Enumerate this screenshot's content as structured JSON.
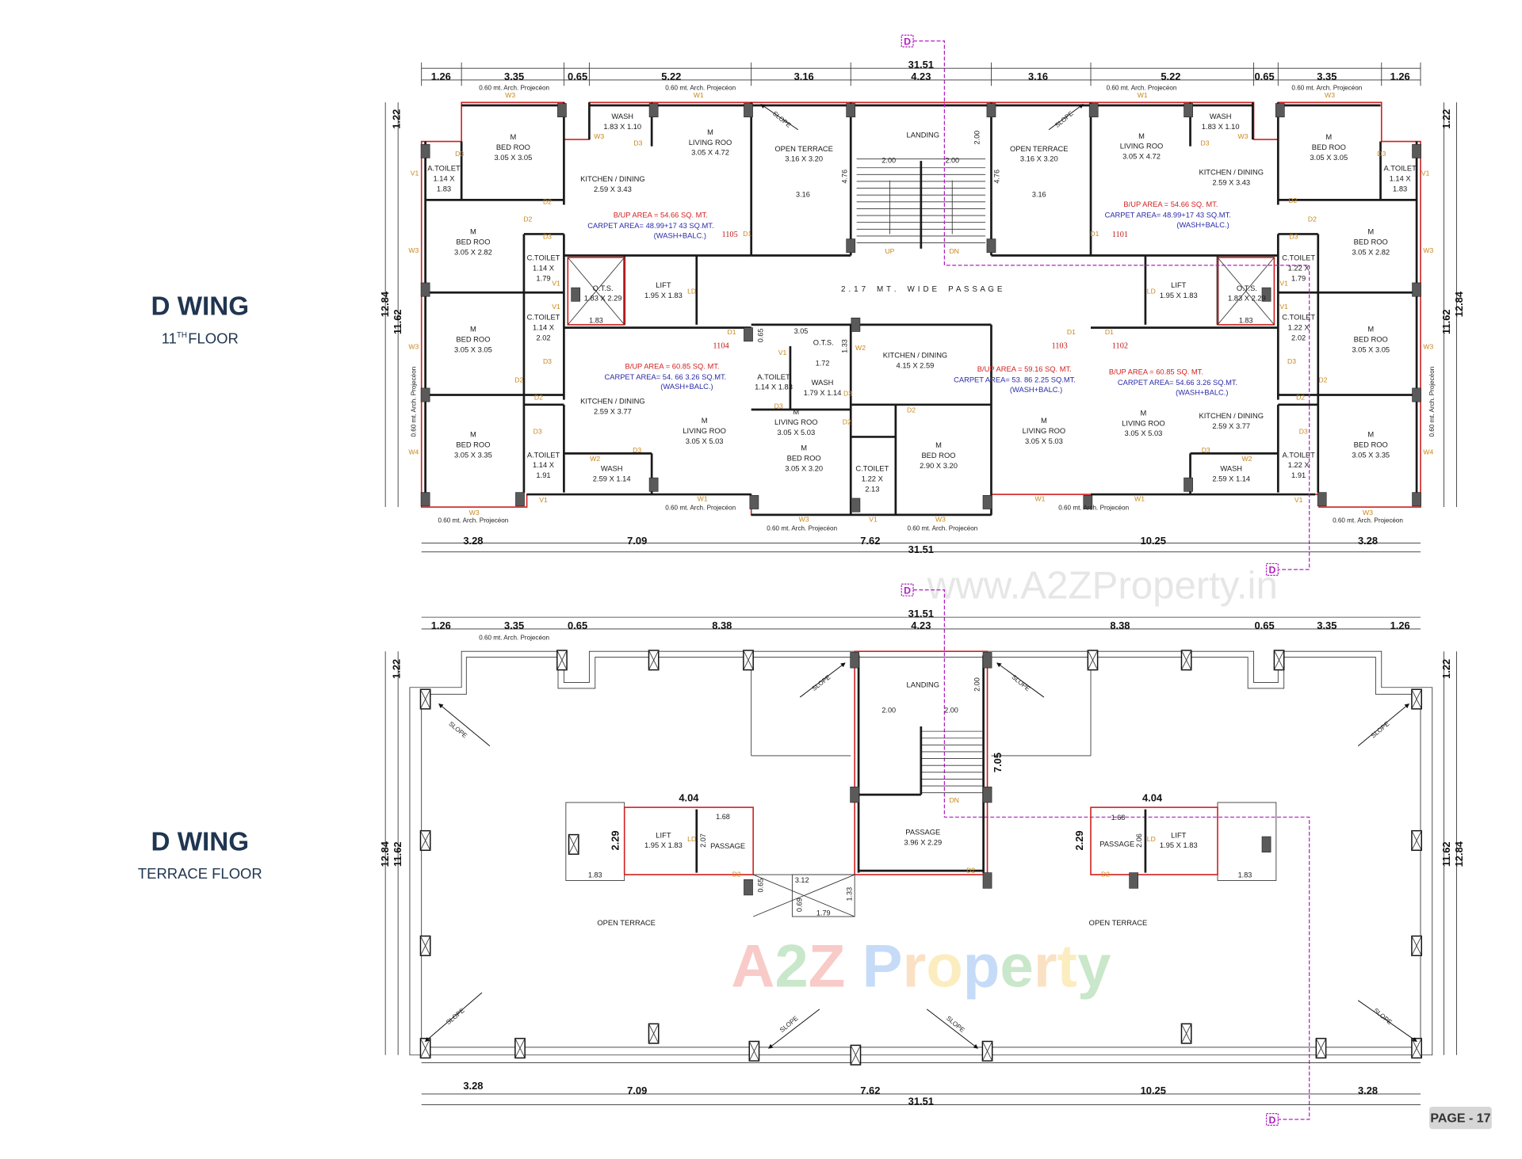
{
  "titles": {
    "top": {
      "wing": "D WING",
      "floor_num": "11",
      "floor_sup": "TH",
      "floor_word": "FLOOR"
    },
    "terrace": {
      "wing": "D WING",
      "floor": "TERRACE FLOOR"
    }
  },
  "page_label": "PAGE - 17",
  "watermarks": {
    "logo": "A2Z Property",
    "logo_colors": [
      "#e8524a",
      "#4caf50",
      "#e8524a",
      "#ffffff",
      "#3f88e8",
      "#f39c3a",
      "#f4c430",
      "#3f88e8",
      "#4caf50",
      "#f39c3a",
      "#f4c430",
      "#4caf50"
    ],
    "url": "www.A2ZProperty.in"
  },
  "section_marker": "D",
  "colors": {
    "wall": "#1a1a1a",
    "boundary": "#d02020",
    "bua": "#d22020",
    "carpet": "#2a2aa8",
    "tag": "#c9861a",
    "section_line": "#b020c0",
    "title": "#1f3550"
  },
  "common": {
    "projection": "0.60 mt. Arch. Projecéon",
    "slope": "SLOPE",
    "up": "UP",
    "dn": "DN"
  },
  "top_plan": {
    "overall_top": "31.51",
    "overall_bottom": "31.51",
    "dims_top": [
      "1.26",
      "3.35",
      "0.65",
      "5.22",
      "3.16",
      "4.23",
      "3.16",
      "5.22",
      "0.65",
      "3.35",
      "1.26"
    ],
    "dims_bottom": [
      "3.28",
      "7.09",
      "7.62",
      "10.25",
      "3.28"
    ],
    "dims_vertical": [
      "1.22",
      "12.84",
      "11.62",
      "1.22",
      "12.84",
      "11.62"
    ],
    "passage": "2 . 1 7    M T .    W I D E    P A S S A G E",
    "rooms": [
      {
        "lines": [
          "WASH",
          "1.83 X 1.10"
        ]
      },
      {
        "lines": [
          "M",
          "LIVING ROO",
          "3.05 X 4.72"
        ]
      },
      {
        "lines": [
          "M",
          "BED ROO",
          "3.05 X 3.05"
        ]
      },
      {
        "lines": [
          "A.TOILET",
          "1.14 X",
          "1.83"
        ]
      },
      {
        "lines": [
          "KITCHEN / DINING",
          "2.59 X 3.43"
        ]
      },
      {
        "lines": [
          "OPEN TERRACE",
          "3.16 X 3.20"
        ]
      },
      {
        "lines": [
          "LANDING"
        ]
      },
      {
        "lines": [
          "M",
          "BED ROO",
          "3.05 X 2.82"
        ]
      },
      {
        "lines": [
          "C.TOILET",
          "1.14 X",
          "1.79"
        ]
      },
      {
        "lines": [
          "O.T.S.",
          "1.83 X 2.29"
        ]
      },
      {
        "lines": [
          "LIFT",
          "1.95 X 1.83"
        ]
      },
      {
        "lines": [
          "C.TOILET",
          "1.14 X",
          "2.02"
        ]
      },
      {
        "lines": [
          "M",
          "BED ROO",
          "3.05 X 3.05"
        ]
      },
      {
        "lines": [
          "KITCHEN / DINING",
          "2.59 X 3.77"
        ]
      },
      {
        "lines": [
          "M",
          "BED ROO",
          "3.05 X 3.35"
        ]
      },
      {
        "lines": [
          "A.TOILET",
          "1.14 X",
          "1.91"
        ]
      },
      {
        "lines": [
          "WASH",
          "2.59 X 1.14"
        ]
      },
      {
        "lines": [
          "M",
          "LIVING ROO",
          "3.05 X 5.03"
        ]
      },
      {
        "lines": [
          "O.T.S."
        ]
      },
      {
        "lines": [
          "A.TOILET",
          "1.14 X 1.83"
        ]
      },
      {
        "lines": [
          "WASH",
          "1.79 X 1.14"
        ]
      },
      {
        "lines": [
          "KITCHEN / DINING",
          "4.15 X 2.59"
        ]
      },
      {
        "lines": [
          "M",
          "LIVING ROO",
          "3.05 X 5.03"
        ]
      },
      {
        "lines": [
          "M",
          "BED ROO",
          "3.05 X 3.20"
        ]
      },
      {
        "lines": [
          "C.TOILET",
          "1.22 X",
          "2.13"
        ]
      },
      {
        "lines": [
          "M",
          "BED ROO",
          "2.90 X 3.20"
        ]
      },
      {
        "lines": [
          "M",
          "LIVING ROO",
          "3.05 X 5.03"
        ]
      },
      {
        "lines": [
          "OPEN TERRACE",
          "3.16 X 3.20"
        ]
      },
      {
        "lines": [
          "M",
          "LIVING ROO",
          "3.05 X 4.72"
        ]
      },
      {
        "lines": [
          "WASH",
          "1.83 X 1.10"
        ]
      },
      {
        "lines": [
          "KITCHEN / DINING",
          "2.59 X 3.43"
        ]
      },
      {
        "lines": [
          "M",
          "BED ROO",
          "3.05 X 3.05"
        ]
      },
      {
        "lines": [
          "A.TOILET",
          "1.14 X",
          "1.83"
        ]
      },
      {
        "lines": [
          "C.TOILET",
          "1.22 X",
          "1.79"
        ]
      },
      {
        "lines": [
          "M",
          "BED ROO",
          "3.05 X 2.82"
        ]
      },
      {
        "lines": [
          "LIFT",
          "1.95 X 1.83"
        ]
      },
      {
        "lines": [
          "O.T.S.",
          "1.83 X 2.29"
        ]
      },
      {
        "lines": [
          "C.TOILET",
          "1.22 X",
          "2.02"
        ]
      },
      {
        "lines": [
          "M",
          "BED ROO",
          "3.05 X 3.05"
        ]
      },
      {
        "lines": [
          "M",
          "LIVING ROO",
          "3.05 X 5.03"
        ]
      },
      {
        "lines": [
          "KITCHEN / DINING",
          "2.59 X 3.77"
        ]
      },
      {
        "lines": [
          "A.TOILET",
          "1.22 X",
          "1.91"
        ]
      },
      {
        "lines": [
          "WASH",
          "2.59 X 1.14"
        ]
      },
      {
        "lines": [
          "M",
          "BED ROO",
          "3.05 X 3.35"
        ]
      }
    ],
    "units": [
      {
        "number": "1105",
        "bua": "B/UP AREA   = 54.66 SQ. MT.",
        "carpet": "CARPET AREA= 48.99+17 43 SQ.MT.",
        "note": "(WASH+BALC.)"
      },
      {
        "number": "1104",
        "bua": "B/UP AREA   = 60.85 SQ. MT.",
        "carpet": "CARPET AREA= 54. 66  3.26 SQ.MT.",
        "note": "(WASH+BALC.)"
      },
      {
        "number": "1103",
        "bua": "B/UP AREA   = 59.16 SQ. MT.",
        "carpet": "CARPET AREA= 53. 86  2.25 SQ.MT.",
        "note": "(WASH+BALC.)"
      },
      {
        "number": "1101",
        "bua": "B/UP AREA   = 54.66 SQ. MT.",
        "carpet": "CARPET AREA= 48.99+17 43 SQ.MT.",
        "note": "(WASH+BALC.)"
      },
      {
        "number": "1102",
        "bua": "B/UP AREA   = 60.85 SQ. MT.",
        "carpet": "CARPET AREA= 54.66  3.26 SQ.MT.",
        "note": "(WASH+BALC.)"
      }
    ],
    "minor_dims": [
      "2.00",
      "2.00",
      "2.00",
      "4.76",
      "4.76",
      "3.16",
      "3.16",
      "1.83",
      "1.83",
      "0.65",
      "3.05",
      "1.72",
      "1.33"
    ],
    "tags": [
      "W3",
      "W1",
      "W1",
      "W3",
      "D3",
      "V1",
      "D2",
      "D3",
      "W3",
      "D2",
      "D3",
      "W3",
      "V1",
      "V1",
      "D3",
      "W3",
      "D2",
      "D2",
      "D3",
      "W4",
      "W2",
      "D3",
      "V1",
      "W3",
      "W1",
      "D1",
      "D1",
      "V1",
      "D3",
      "D2",
      "D3",
      "W2",
      "D2",
      "W3",
      "D3",
      "V1",
      "D2",
      "D2",
      "D3",
      "V1",
      "V1",
      "D3",
      "W3",
      "D2",
      "D2",
      "D3",
      "W4",
      "W2",
      "D3",
      "V1",
      "W3",
      "W1",
      "W1",
      "D1",
      "D1",
      "D1",
      "LD",
      "LD",
      "W3",
      "V1",
      "W3",
      "D3",
      "W3"
    ]
  },
  "terrace_plan": {
    "overall_top": "31.51",
    "overall_bottom": "31.51",
    "dims_top": [
      "1.26",
      "3.35",
      "0.65",
      "8.38",
      "4.23",
      "8.38",
      "0.65",
      "3.35",
      "1.26"
    ],
    "dims_bottom": [
      "3.28",
      "7.09",
      "7.62",
      "10.25",
      "3.28"
    ],
    "dims_vertical": [
      "1.22",
      "12.84",
      "11.62",
      "1.22",
      "12.84",
      "11.62"
    ],
    "rooms": [
      {
        "lines": [
          "LANDING"
        ]
      },
      {
        "lines": [
          "PASSAGE",
          "3.96 X 2.29"
        ]
      },
      {
        "lines": [
          "LIFT",
          "1.95 X 1.83"
        ]
      },
      {
        "lines": [
          "PASSAGE"
        ]
      },
      {
        "lines": [
          "LIFT",
          "1.95 X 1.83"
        ]
      },
      {
        "lines": [
          "PASSAGE"
        ]
      },
      {
        "lines": [
          "OPEN TERRACE"
        ]
      },
      {
        "lines": [
          "OPEN TERRACE"
        ]
      }
    ],
    "major_dims": [
      "4.04",
      "4.04",
      "2.29",
      "2.29",
      "7.05"
    ],
    "minor_dims": [
      "1.68",
      "1.68",
      "1.83",
      "1.83",
      "2.07",
      "2.06",
      "2.00",
      "2.00",
      "2.00",
      "3.12",
      "1.79",
      "1.33",
      "0.69",
      "0.65"
    ],
    "tags": [
      "DN",
      "D2",
      "D2",
      "D2",
      "LD",
      "LD"
    ]
  }
}
